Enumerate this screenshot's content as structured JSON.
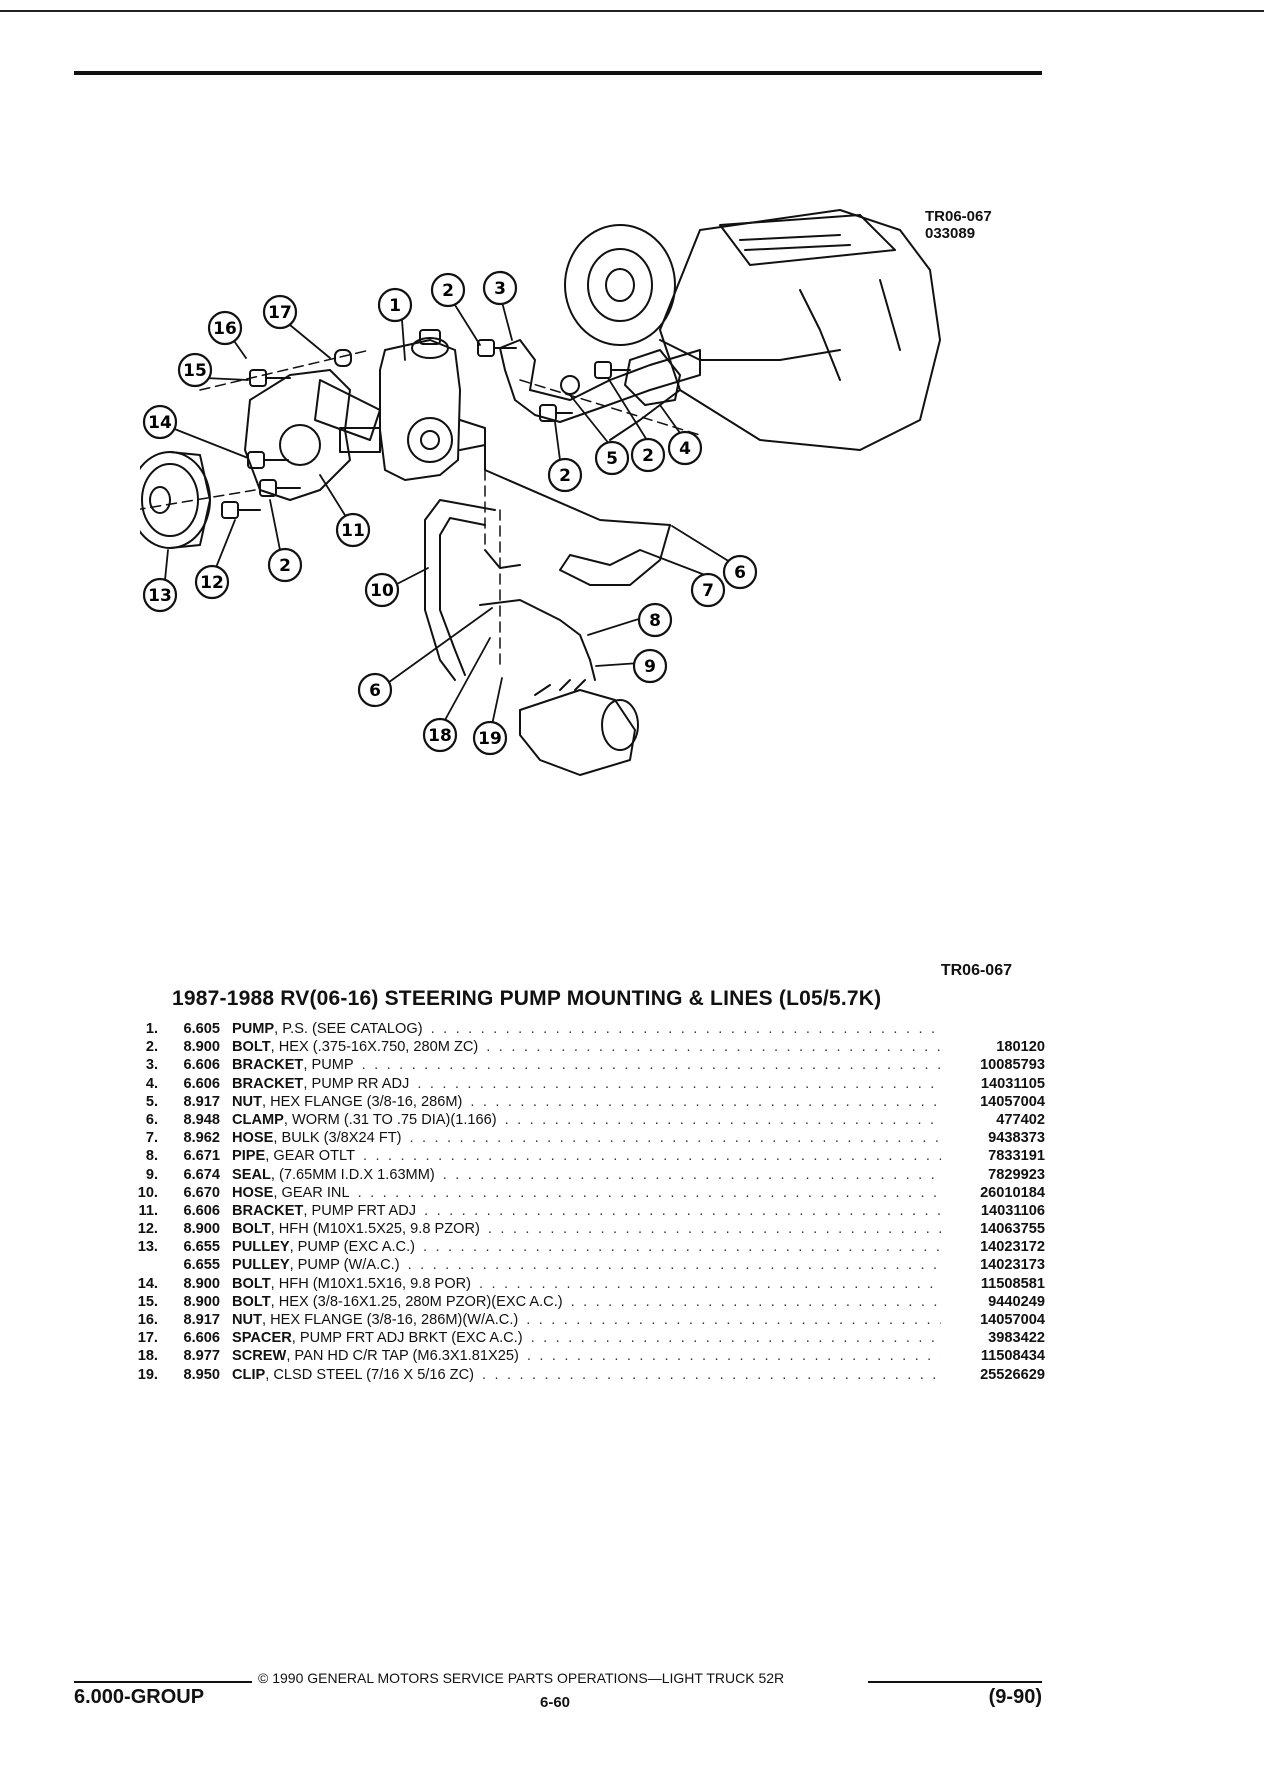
{
  "diagram": {
    "code_line1": "TR06-067",
    "code_line2": "033089",
    "callouts": [
      "1",
      "2",
      "3",
      "16",
      "17",
      "15",
      "14",
      "2",
      "5",
      "2",
      "4",
      "11",
      "12",
      "13",
      "2",
      "10",
      "6",
      "7",
      "8",
      "6",
      "9",
      "18",
      "19"
    ]
  },
  "caption_code": "TR06-067",
  "title": "1987-1988 RV(06-16) STEERING PUMP MOUNTING & LINES (L05/5.7K)",
  "parts": [
    {
      "no": "1.",
      "group": "6.605",
      "name": "PUMP",
      "desc": ", P.S. (SEE CATALOG)",
      "pn": ""
    },
    {
      "no": "2.",
      "group": "8.900",
      "name": "BOLT",
      "desc": ", HEX (.375-16X.750, 280M ZC)",
      "pn": "180120"
    },
    {
      "no": "3.",
      "group": "6.606",
      "name": "BRACKET",
      "desc": ", PUMP",
      "pn": "10085793"
    },
    {
      "no": "4.",
      "group": "6.606",
      "name": "BRACKET",
      "desc": ", PUMP RR ADJ",
      "pn": "14031105"
    },
    {
      "no": "5.",
      "group": "8.917",
      "name": "NUT",
      "desc": ", HEX FLANGE (3/8-16, 286M)",
      "pn": "14057004"
    },
    {
      "no": "6.",
      "group": "8.948",
      "name": "CLAMP",
      "desc": ", WORM (.31 TO .75 DIA)(1.166)",
      "pn": "477402"
    },
    {
      "no": "7.",
      "group": "8.962",
      "name": "HOSE",
      "desc": ", BULK (3/8X24 FT)",
      "pn": "9438373"
    },
    {
      "no": "8.",
      "group": "6.671",
      "name": "PIPE",
      "desc": ", GEAR OTLT",
      "pn": "7833191"
    },
    {
      "no": "9.",
      "group": "6.674",
      "name": "SEAL",
      "desc": ", (7.65MM I.D.X 1.63MM)",
      "pn": "7829923"
    },
    {
      "no": "10.",
      "group": "6.670",
      "name": "HOSE",
      "desc": ", GEAR INL",
      "pn": "26010184"
    },
    {
      "no": "11.",
      "group": "6.606",
      "name": "BRACKET",
      "desc": ", PUMP FRT ADJ",
      "pn": "14031106"
    },
    {
      "no": "12.",
      "group": "8.900",
      "name": "BOLT",
      "desc": ", HFH (M10X1.5X25, 9.8 PZOR)",
      "pn": "14063755"
    },
    {
      "no": "13.",
      "group": "6.655",
      "name": "PULLEY",
      "desc": ", PUMP (EXC A.C.)",
      "pn": "14023172"
    },
    {
      "no": "",
      "group": "6.655",
      "name": "PULLEY",
      "desc": ", PUMP (W/A.C.)",
      "pn": "14023173"
    },
    {
      "no": "14.",
      "group": "8.900",
      "name": "BOLT",
      "desc": ", HFH (M10X1.5X16, 9.8 POR)",
      "pn": "11508581"
    },
    {
      "no": "15.",
      "group": "8.900",
      "name": "BOLT",
      "desc": ", HEX (3/8-16X1.25, 280M PZOR)(EXC A.C.)",
      "pn": "9440249"
    },
    {
      "no": "16.",
      "group": "8.917",
      "name": "NUT",
      "desc": ", HEX FLANGE (3/8-16, 286M)(W/A.C.)",
      "pn": "14057004"
    },
    {
      "no": "17.",
      "group": "6.606",
      "name": "SPACER",
      "desc": ", PUMP FRT ADJ BRKT (EXC A.C.)",
      "pn": "3983422"
    },
    {
      "no": "18.",
      "group": "8.977",
      "name": "SCREW",
      "desc": ", PAN HD C/R TAP (M6.3X1.81X25)",
      "pn": "11508434"
    },
    {
      "no": "19.",
      "group": "8.950",
      "name": "CLIP",
      "desc": ", CLSD STEEL (7/16 X 5/16 ZC)",
      "pn": "25526629"
    }
  ],
  "footer": {
    "copyright": "© 1990 GENERAL MOTORS SERVICE PARTS OPERATIONS—LIGHT TRUCK 52R",
    "group_label": "6.000-GROUP",
    "page_number": "6-60",
    "date": "(9-90)"
  }
}
